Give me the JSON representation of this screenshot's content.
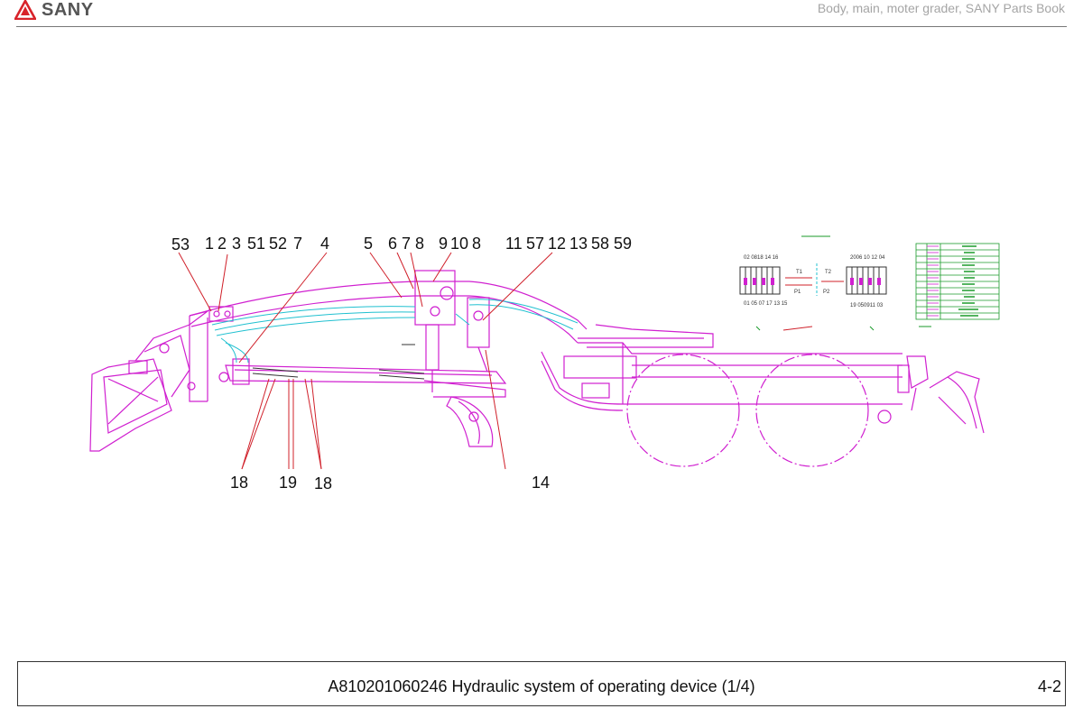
{
  "header": {
    "brand_name": "SANY",
    "book_title": "Body, main, moter grader, SANY Parts Book"
  },
  "callouts": {
    "top": [
      "53",
      "1",
      "2",
      "3",
      "51",
      "52",
      "7",
      "4",
      "5",
      "6",
      "7",
      "8",
      "9",
      "10",
      "8",
      "11",
      "57",
      "12",
      "13",
      "58",
      "59"
    ],
    "bottom": [
      "18",
      "19",
      "18",
      "14"
    ]
  },
  "inset_labels": {
    "left_valve_top": "02 0818 14 16",
    "left_valve_bottom": "01 05 07 17 13 15",
    "right_valve_top": "2006 10 12 04",
    "right_valve_bottom": "19 050911 03",
    "t1": "T1",
    "t2": "T2",
    "p1": "P1",
    "p2": "P2"
  },
  "footer": {
    "caption": "A810201060246 Hydraulic system of operating device (1/4)",
    "page": "4-2"
  },
  "colors": {
    "brand_red": "#d8232a",
    "drawing_magenta": "#d020d0",
    "hose_cyan": "#20c0d0",
    "callout_red": "#d0202a",
    "inset_green": "#1a9a2a"
  }
}
